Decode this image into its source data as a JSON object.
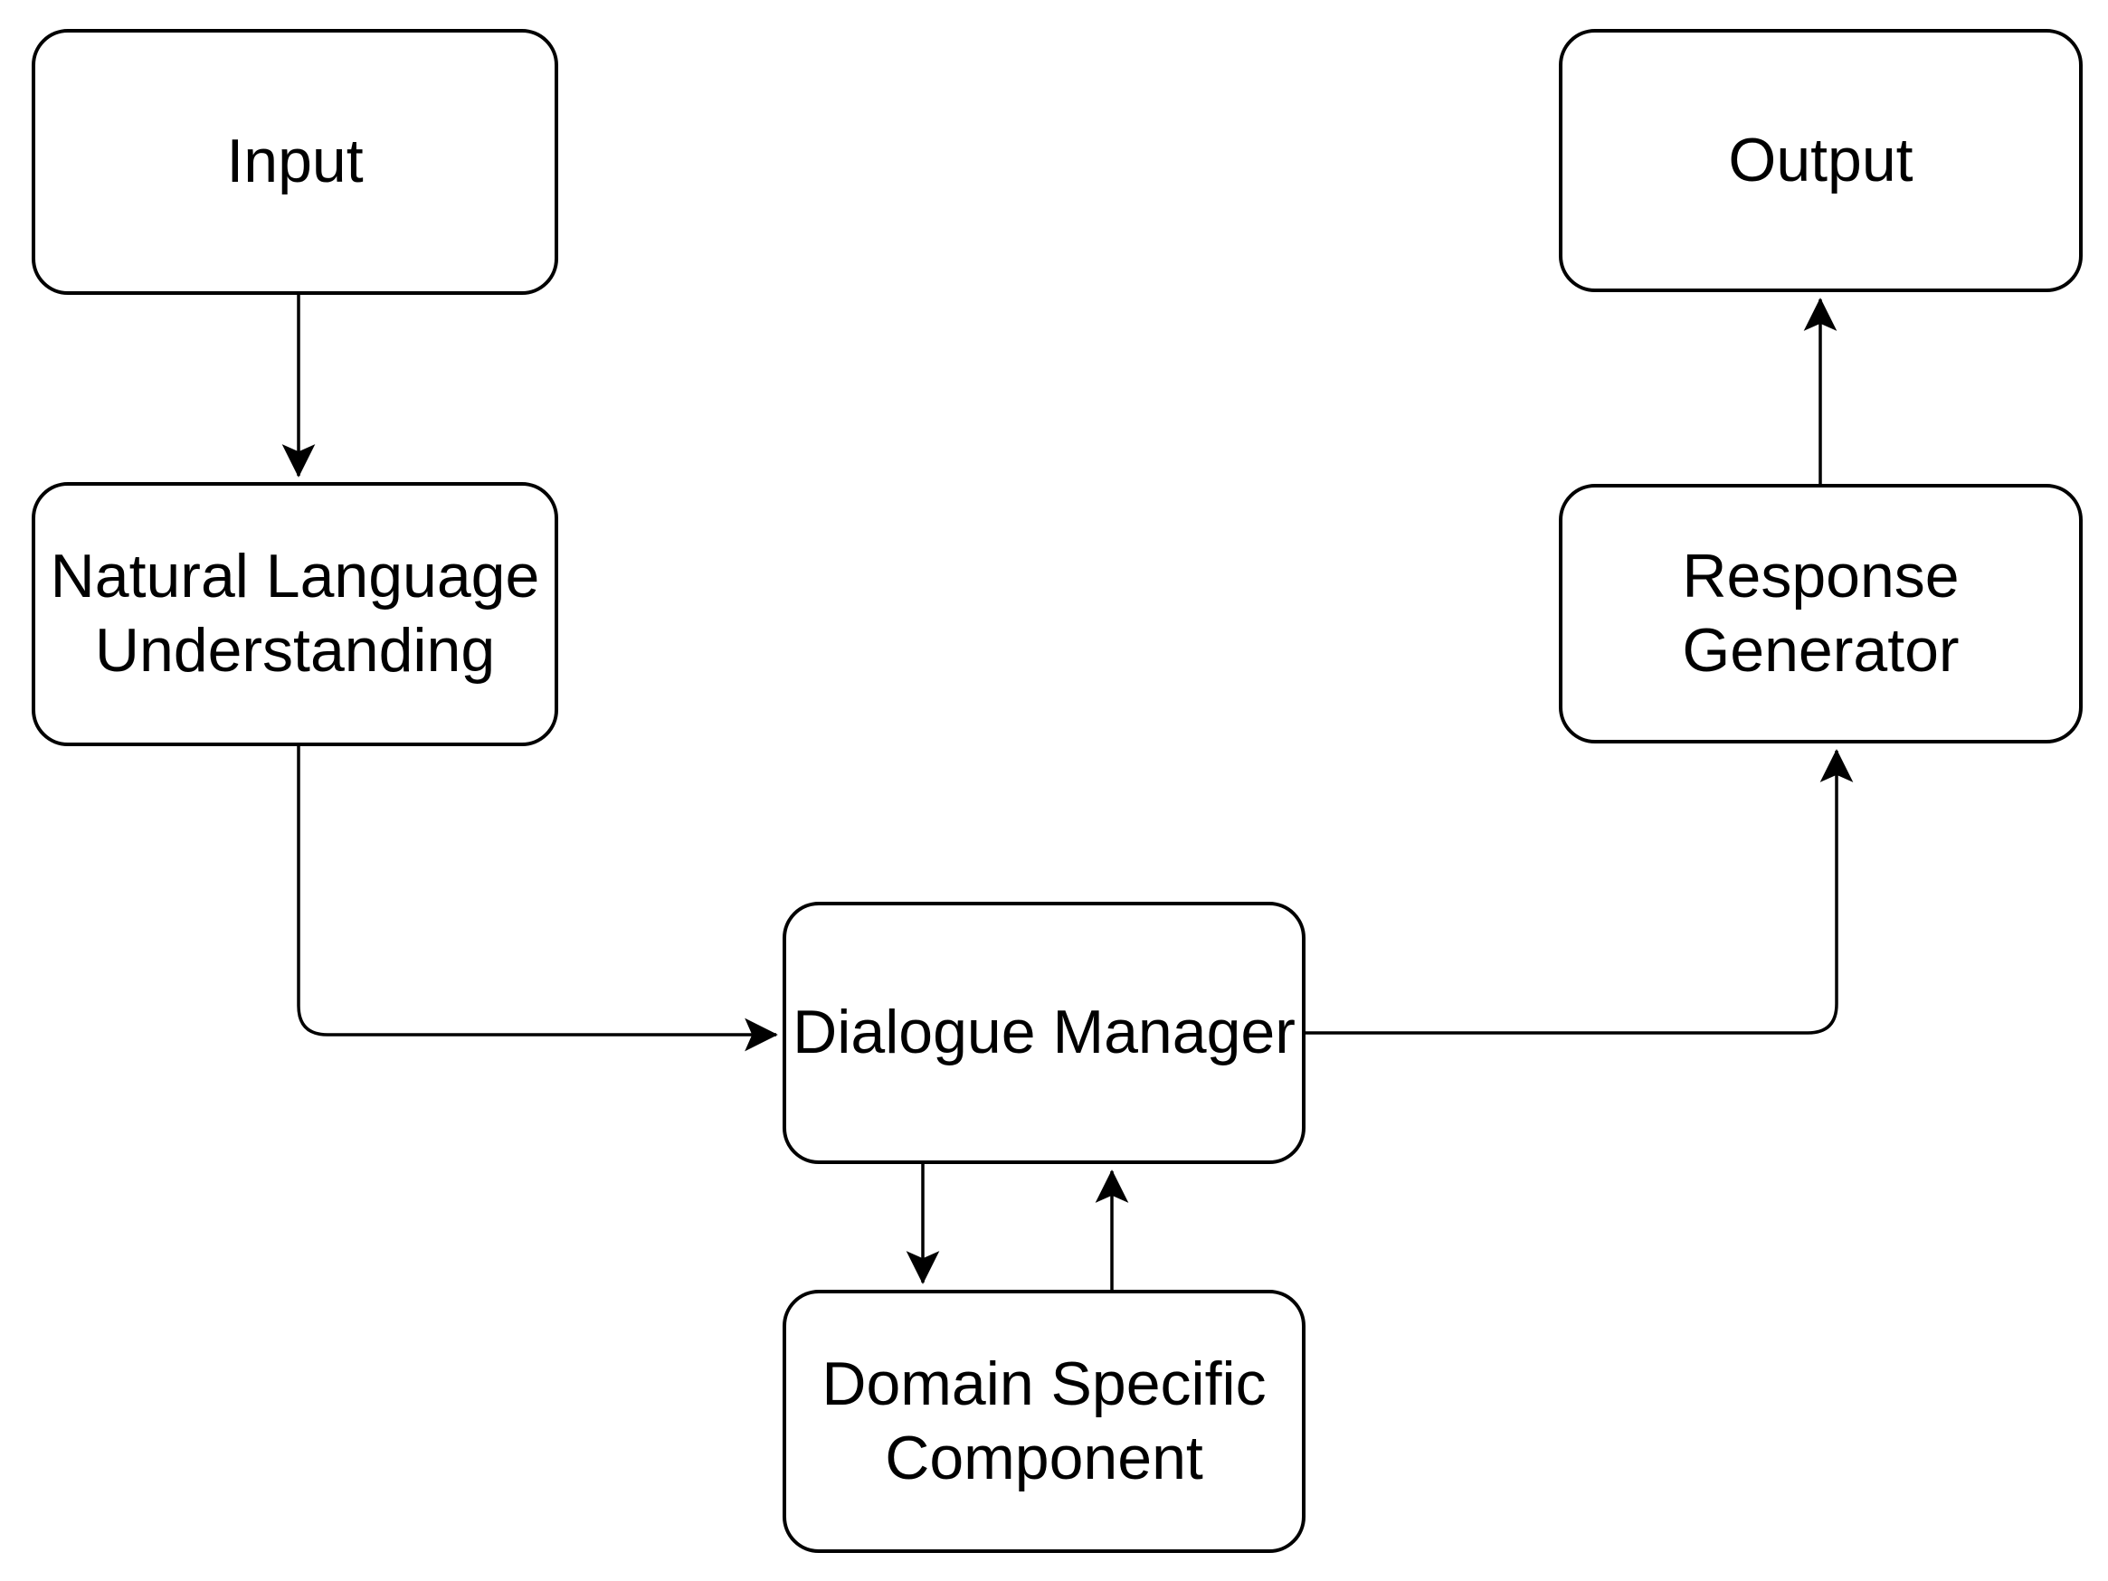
{
  "diagram": {
    "title": "Dialogue system architecture flowchart",
    "style": {
      "background_color": "#ffffff",
      "node_fill_color": "#ffffff",
      "stroke_color": "#000000",
      "text_color": "#000000"
    },
    "nodes": {
      "input": {
        "label": "Input"
      },
      "nlu": {
        "label": "Natural Language Understanding"
      },
      "dialogue_manager": {
        "label": "Dialogue Manager"
      },
      "domain_specific": {
        "label": "Domain Specific Component"
      },
      "response_generator": {
        "label": "Response Generator"
      },
      "output": {
        "label": "Output"
      }
    },
    "connectors": [
      {
        "from": "Input",
        "to": "Natural Language Understanding",
        "arrow": "down"
      },
      {
        "from": "Natural Language Understanding",
        "to": "Dialogue Manager",
        "arrow": "right, into left side"
      },
      {
        "from": "Dialogue Manager",
        "to": "Domain Specific Component",
        "arrow": "down"
      },
      {
        "from": "Domain Specific Component",
        "to": "Dialogue Manager",
        "arrow": "up"
      },
      {
        "from": "Dialogue Manager",
        "to": "Response Generator",
        "arrow": "right then up, into bottom"
      },
      {
        "from": "Response Generator",
        "to": "Output",
        "arrow": "up"
      }
    ]
  }
}
